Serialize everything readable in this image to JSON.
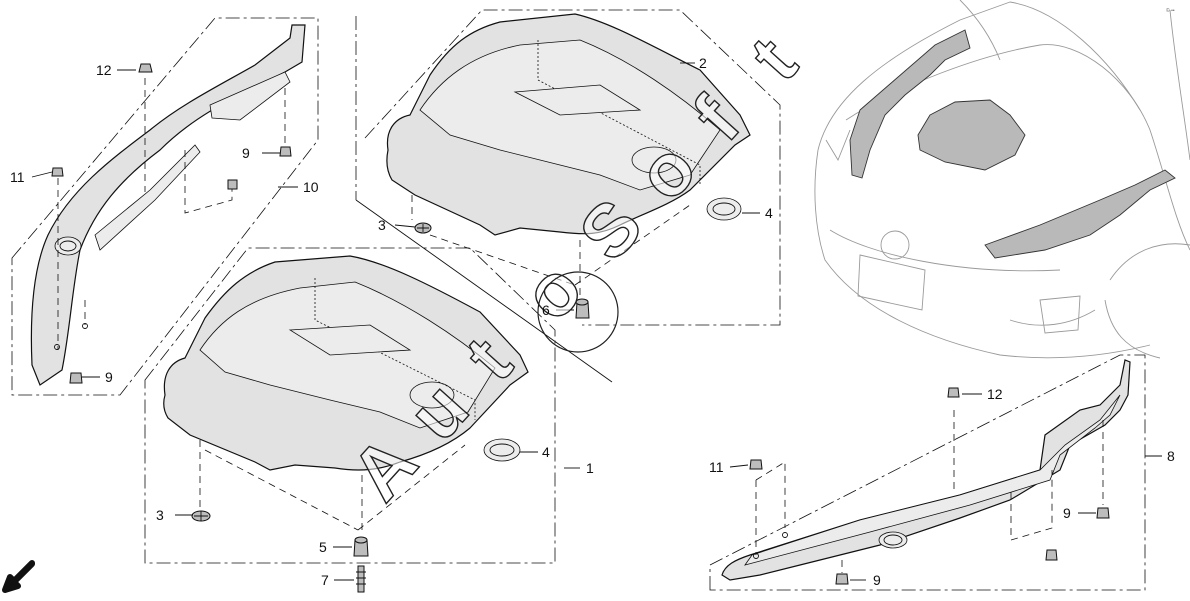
{
  "diagram": {
    "callouts": [
      {
        "label": "1"
      },
      {
        "label": "2"
      },
      {
        "label": "3"
      },
      {
        "label": "3"
      },
      {
        "label": "4"
      },
      {
        "label": "4"
      },
      {
        "label": "5"
      },
      {
        "label": "6"
      },
      {
        "label": "7"
      },
      {
        "label": "8"
      },
      {
        "label": "9"
      },
      {
        "label": "9"
      },
      {
        "label": "9"
      },
      {
        "label": "9"
      },
      {
        "label": "10"
      },
      {
        "label": "11"
      },
      {
        "label": "11"
      },
      {
        "label": "12"
      },
      {
        "label": "12"
      }
    ],
    "watermark": [
      "A",
      "u",
      "t",
      "o",
      "S",
      "o",
      "f",
      "t"
    ],
    "corner_mark": "© ••"
  },
  "colors": {
    "line": "#111111",
    "part_fill": "#e2e2e2",
    "car_outline": "#9a9a9a",
    "highlight_fill": "#b9b9b9"
  },
  "icons": [
    "direction-arrow-icon",
    "clip-fastener-icon",
    "grommet-icon",
    "bolt-icon"
  ]
}
